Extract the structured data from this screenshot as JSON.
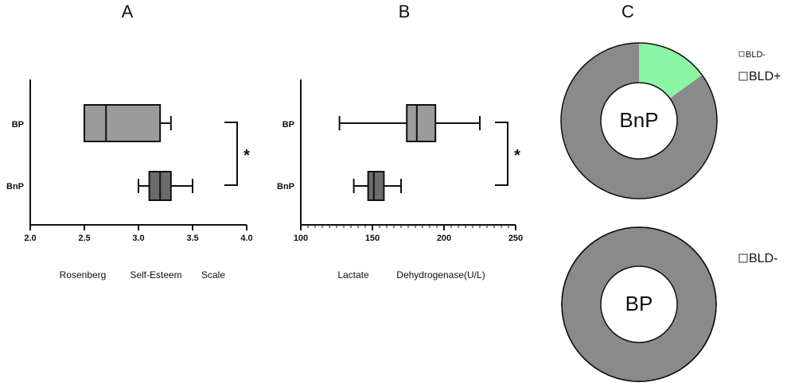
{
  "panels": {
    "a_letter": "A",
    "b_letter": "B",
    "c_letter": "C"
  },
  "significance": "*",
  "chart_data": [
    {
      "type": "box",
      "panel": "A",
      "categories": [
        "BP",
        "BnP"
      ],
      "xlim": [
        2.0,
        4.0
      ],
      "xticks": [
        "2.0",
        "2.5",
        "3.0",
        "3.5",
        "4.0"
      ],
      "xlabel_words": [
        "Rosenberg",
        "Self-Esteem",
        "Scale"
      ],
      "series": [
        {
          "category": "BP",
          "min": 2.5,
          "q1": 2.5,
          "median": 2.7,
          "q3": 3.2,
          "max": 3.3,
          "color": "#9b9b9b"
        },
        {
          "category": "BnP",
          "min": 3.0,
          "q1": 3.1,
          "median": 3.2,
          "q3": 3.3,
          "max": 3.5,
          "color": "#6b6b6b"
        }
      ],
      "annotation": "*"
    },
    {
      "type": "box",
      "panel": "B",
      "categories": [
        "BP",
        "BnP"
      ],
      "xlim": [
        100,
        250
      ],
      "xticks": [
        "100",
        "150",
        "200",
        "250"
      ],
      "xlabel_words": [
        "Lactate",
        "Dehydrogenase(U/L)"
      ],
      "series": [
        {
          "category": "BP",
          "min": 127,
          "q1": 174,
          "median": 181,
          "q3": 194,
          "max": 225,
          "color": "#9b9b9b"
        },
        {
          "category": "BnP",
          "min": 137,
          "q1": 147,
          "median": 151,
          "q3": 158,
          "max": 170,
          "color": "#6b6b6b"
        }
      ],
      "annotation": "*"
    },
    {
      "type": "pie",
      "panel": "C-top",
      "center_label": "BnP",
      "slices": [
        {
          "label": "BLD+",
          "value": 15,
          "color": "#8cf5a3"
        },
        {
          "label": "BLD-",
          "value": 85,
          "color": "#8a8a8a"
        }
      ],
      "legend": [
        "BLD-",
        "BLD+"
      ]
    },
    {
      "type": "pie",
      "panel": "C-bottom",
      "center_label": "BP",
      "slices": [
        {
          "label": "BLD-",
          "value": 100,
          "color": "#8a8a8a"
        }
      ],
      "legend": [
        "BLD-"
      ]
    }
  ]
}
